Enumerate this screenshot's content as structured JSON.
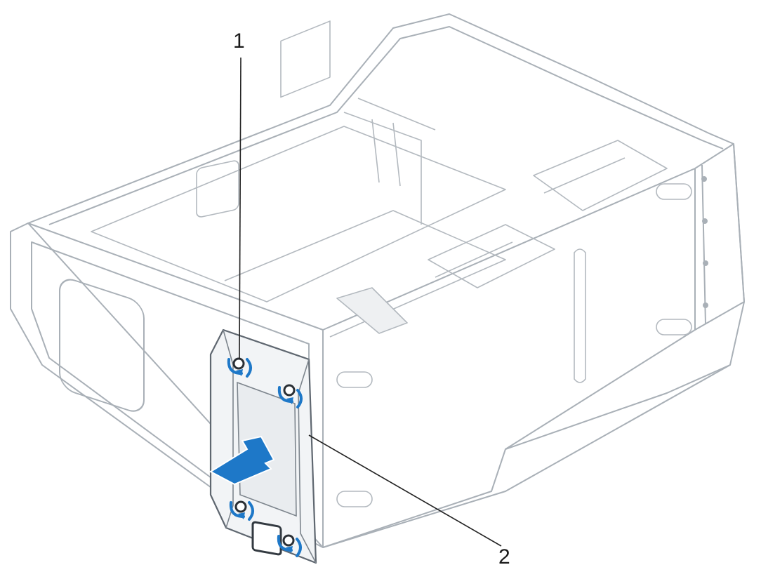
{
  "callouts": [
    {
      "number": "1",
      "target": "screw"
    },
    {
      "number": "2",
      "target": "panel"
    }
  ],
  "icons": {
    "removal-arrow": "removal-arrow-icon",
    "screw-rotation": "rotation-arrow-icon"
  },
  "colors": {
    "line": "#9aa3ab",
    "line_dark": "#5f6770",
    "panel_fill": "#f2f4f6",
    "accent_arrow": "#1e78c8",
    "callout_line": "#222222"
  }
}
